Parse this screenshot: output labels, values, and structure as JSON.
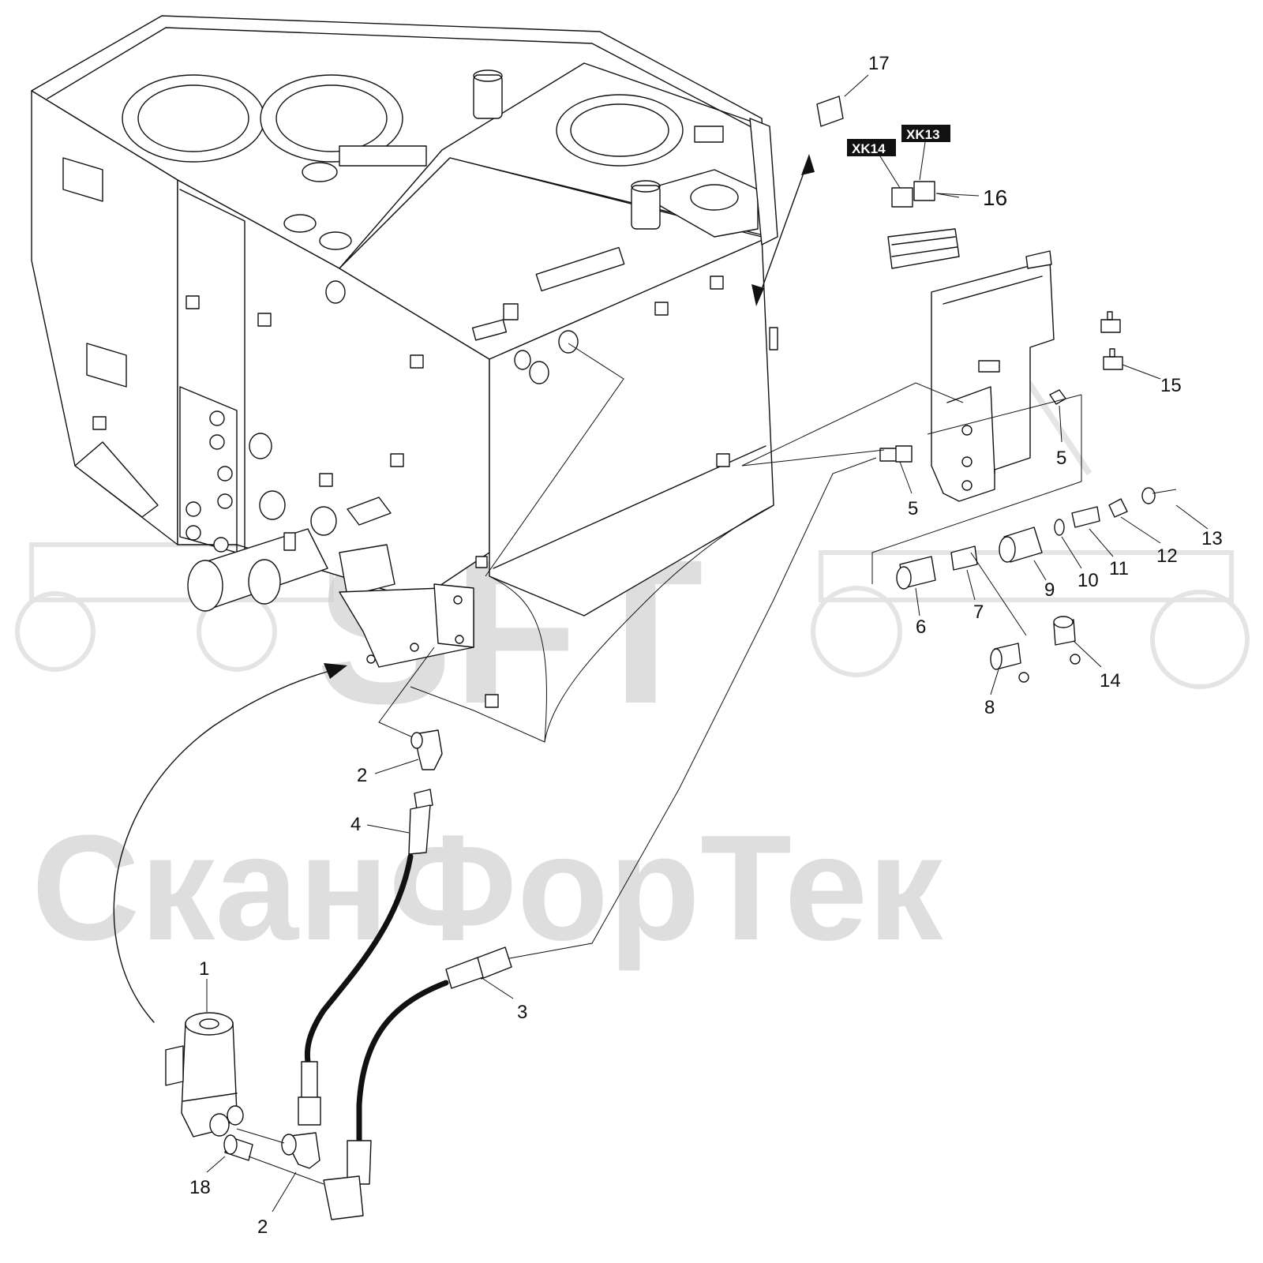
{
  "watermark": {
    "logo_text": "SFT",
    "brand_text": "СканФорТек",
    "color": "#d4d4d4"
  },
  "tags": {
    "xk14": "XK14",
    "xk13": "XK13"
  },
  "callouts": {
    "c1": "1",
    "c2a": "2",
    "c2b": "2",
    "c3": "3",
    "c4": "4",
    "c5a": "5",
    "c5b": "5",
    "c6": "6",
    "c7": "7",
    "c8": "8",
    "c9": "9",
    "c10": "10",
    "c11": "11",
    "c12": "12",
    "c13": "13",
    "c14": "14",
    "c15": "15",
    "c16": "16",
    "c17": "17",
    "c18": "18"
  },
  "colors": {
    "line": "#111111",
    "background": "#ffffff",
    "tag_background": "#111111",
    "tag_text": "#ffffff"
  }
}
